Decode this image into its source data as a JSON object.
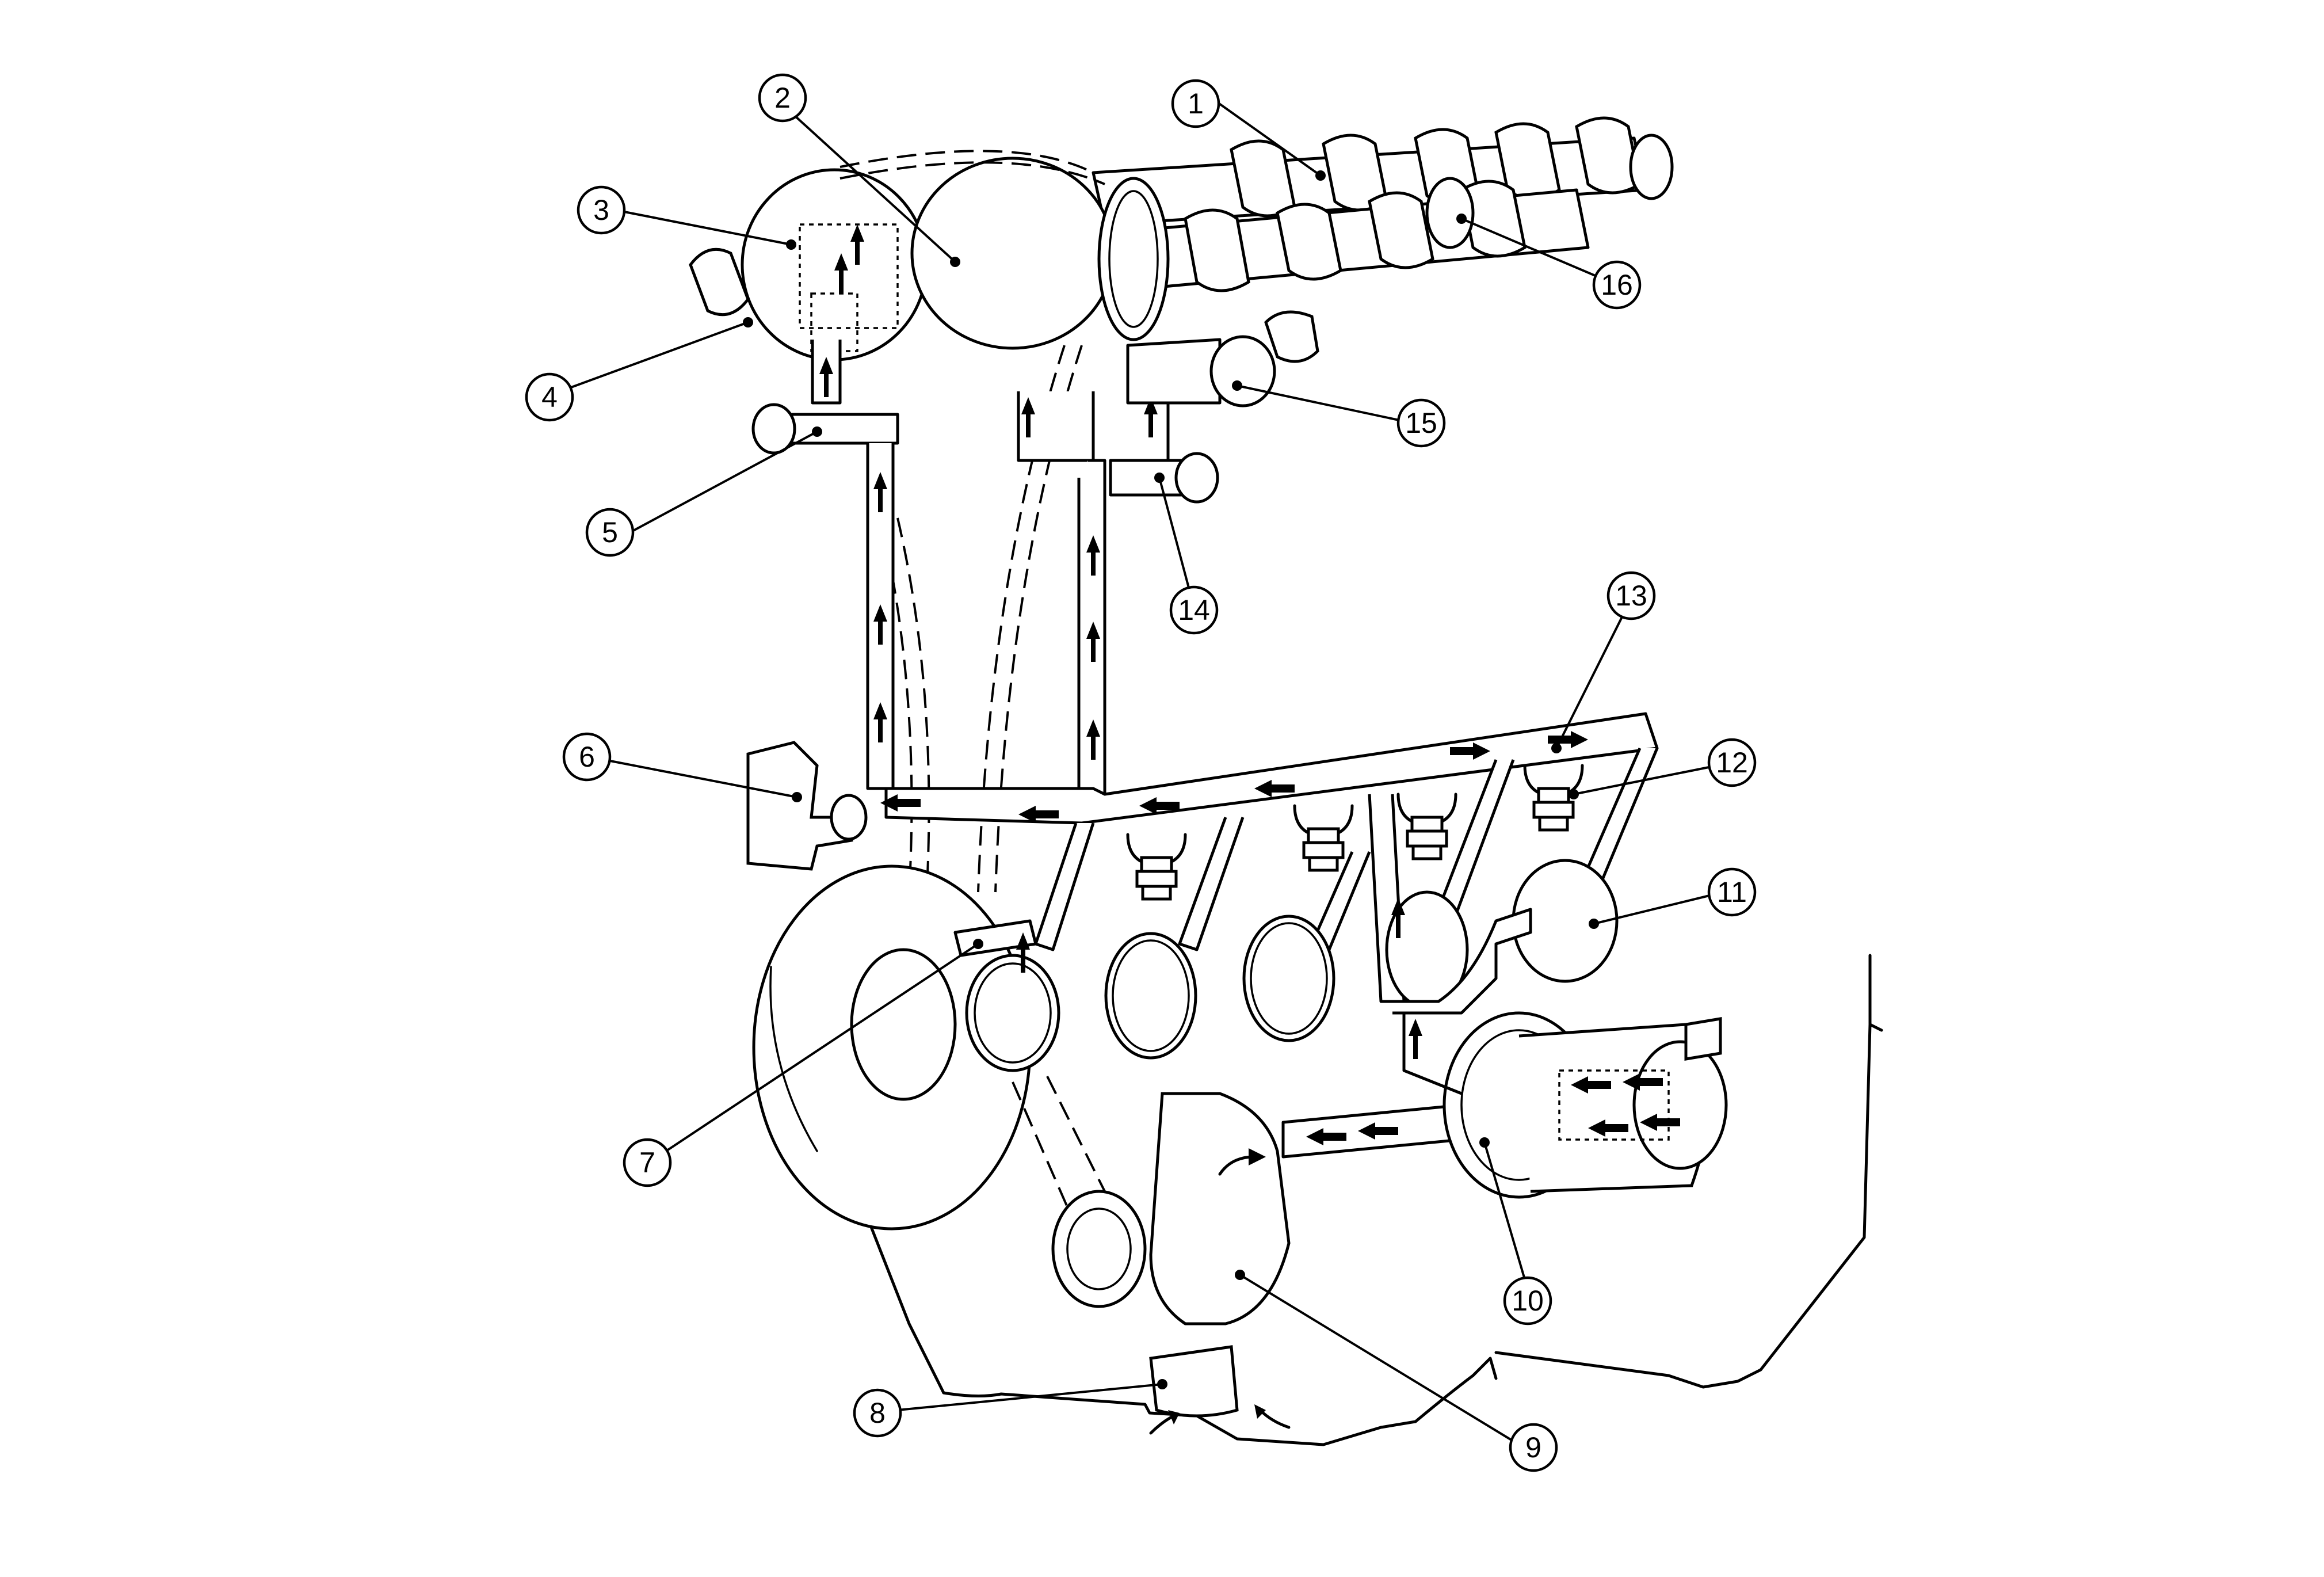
{
  "diagram": {
    "type": "engine lubrication circuit (exploded view)",
    "callouts": [
      {
        "label": "1"
      },
      {
        "label": "2"
      },
      {
        "label": "3"
      },
      {
        "label": "4"
      },
      {
        "label": "5"
      },
      {
        "label": "6"
      },
      {
        "label": "7"
      },
      {
        "label": "8"
      },
      {
        "label": "9"
      },
      {
        "label": "10"
      },
      {
        "label": "11"
      },
      {
        "label": "12"
      },
      {
        "label": "13"
      },
      {
        "label": "14"
      },
      {
        "label": "15"
      },
      {
        "label": "16"
      }
    ]
  }
}
